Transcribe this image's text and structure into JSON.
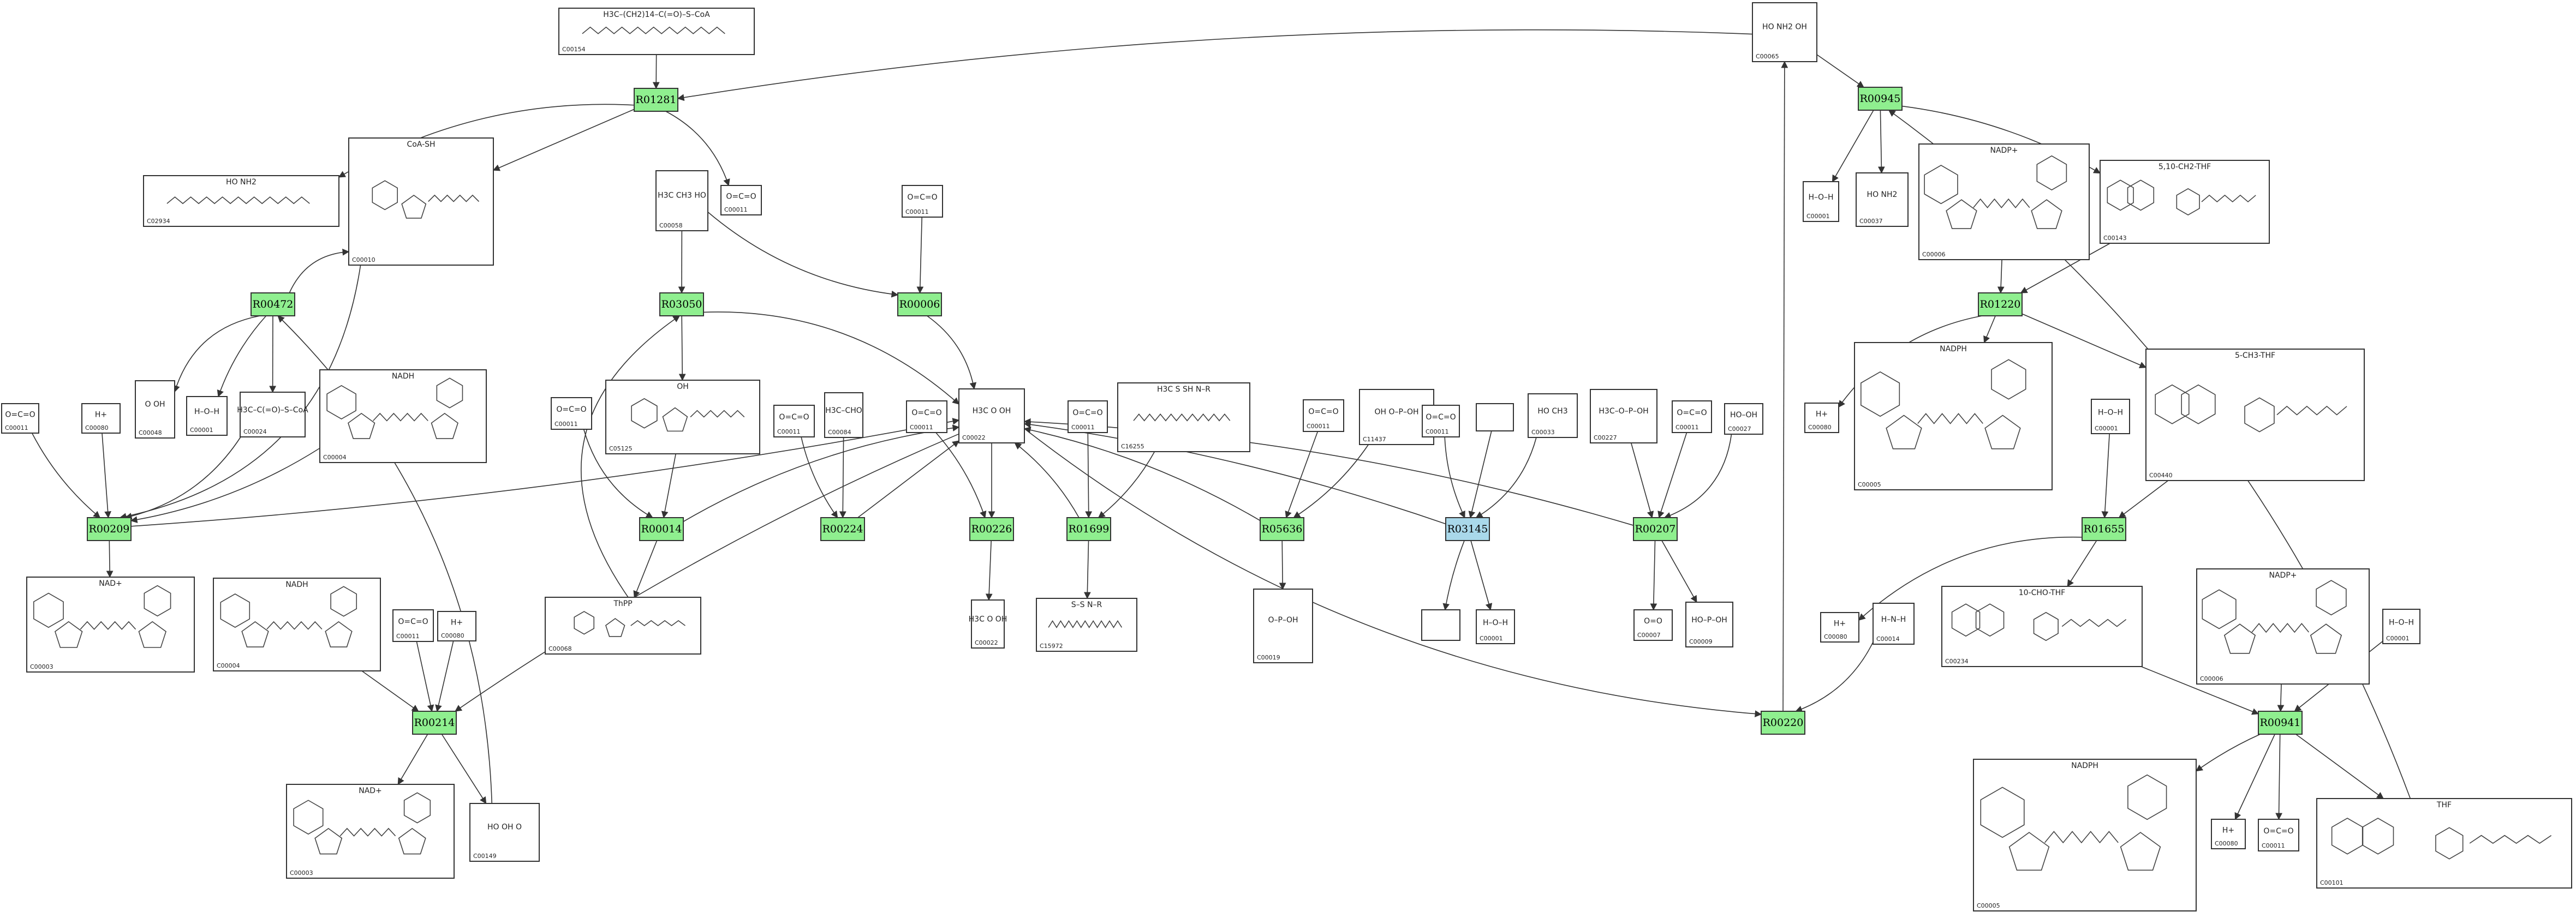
{
  "colors": {
    "reaction_fill": "#8fef8f",
    "reaction_selected_fill": "#a9d8ea",
    "edge": "#333333",
    "compound_border": "#333333"
  },
  "reactions": [
    {
      "id": "R01281",
      "label": "R01281",
      "selected": false
    },
    {
      "id": "R00945",
      "label": "R00945",
      "selected": false
    },
    {
      "id": "R00472",
      "label": "R00472",
      "selected": false
    },
    {
      "id": "R03050",
      "label": "R03050",
      "selected": false
    },
    {
      "id": "R00006",
      "label": "R00006",
      "selected": false
    },
    {
      "id": "R01220",
      "label": "R01220",
      "selected": false
    },
    {
      "id": "R00209",
      "label": "R00209",
      "selected": false
    },
    {
      "id": "R00014",
      "label": "R00014",
      "selected": false
    },
    {
      "id": "R00224",
      "label": "R00224",
      "selected": false
    },
    {
      "id": "R00226",
      "label": "R00226",
      "selected": false
    },
    {
      "id": "R01699",
      "label": "R01699",
      "selected": false
    },
    {
      "id": "R05636",
      "label": "R05636",
      "selected": false
    },
    {
      "id": "R03145",
      "label": "R03145",
      "selected": true
    },
    {
      "id": "R00207",
      "label": "R00207",
      "selected": false
    },
    {
      "id": "R01655",
      "label": "R01655",
      "selected": false
    },
    {
      "id": "R00214",
      "label": "R00214",
      "selected": false
    },
    {
      "id": "R00220",
      "label": "R00220",
      "selected": false
    },
    {
      "id": "R00941",
      "label": "R00941",
      "selected": false
    }
  ],
  "compounds": [
    {
      "key": "c00154",
      "id": "C00154",
      "formula": "H3C–(CH2)14–C(=O)–S–CoA"
    },
    {
      "key": "c00065",
      "id": "C00065",
      "formula": "HO  NH2  OH"
    },
    {
      "key": "c02934",
      "id": "C02934",
      "formula": "HO  NH2"
    },
    {
      "key": "c00010",
      "id": "C00010",
      "formula": "CoA-SH"
    },
    {
      "key": "c00011a",
      "id": "C00011",
      "formula": "O=C=O"
    },
    {
      "key": "c00058",
      "id": "C00058",
      "formula": "H3C  CH3  HO"
    },
    {
      "key": "c00011b",
      "id": "C00011",
      "formula": "O=C=O"
    },
    {
      "key": "c00001a",
      "id": "C00001",
      "formula": "H–O–H"
    },
    {
      "key": "c00037",
      "id": "C00037",
      "formula": "HO  NH2"
    },
    {
      "key": "c00006a",
      "id": "C00006",
      "formula": "NADP+"
    },
    {
      "key": "c00143",
      "id": "C00143",
      "formula": "5,10-CH2-THF"
    },
    {
      "key": "c00011c",
      "id": "C00011",
      "formula": "O=C=O"
    },
    {
      "key": "c00080a",
      "id": "C00080",
      "formula": "H+"
    },
    {
      "key": "c00048",
      "id": "C00048",
      "formula": "O  OH"
    },
    {
      "key": "c00001b",
      "id": "C00001",
      "formula": "H–O–H"
    },
    {
      "key": "c00024",
      "id": "C00024",
      "formula": "H3C–C(=O)–S–CoA"
    },
    {
      "key": "c00004a",
      "id": "C00004",
      "formula": "NADH"
    },
    {
      "key": "c00011d",
      "id": "C00011",
      "formula": "O=C=O"
    },
    {
      "key": "c05125",
      "id": "C05125",
      "formula": "OH"
    },
    {
      "key": "c00011e",
      "id": "C00011",
      "formula": "O=C=O"
    },
    {
      "key": "c00084",
      "id": "C00084",
      "formula": "H3C–CHO"
    },
    {
      "key": "c00011f",
      "id": "C00011",
      "formula": "O=C=O"
    },
    {
      "key": "c00022",
      "id": "C00022",
      "formula": "H3C  O  OH"
    },
    {
      "key": "c00011g",
      "id": "C00011",
      "formula": "O=C=O"
    },
    {
      "key": "c16255",
      "id": "C16255",
      "formula": "H3C  S  SH  N–R"
    },
    {
      "key": "c00011h",
      "id": "C00011",
      "formula": "O=C=O"
    },
    {
      "key": "c11437",
      "id": "C11437",
      "formula": "OH  O–P–OH"
    },
    {
      "key": "c00011i",
      "id": "C00011",
      "formula": "O=C=O"
    },
    {
      "key": "cblank1",
      "id": "",
      "formula": ""
    },
    {
      "key": "c00033",
      "id": "C00033",
      "formula": "HO  CH3"
    },
    {
      "key": "c00227",
      "id": "C00227",
      "formula": "H3C–O–P–OH"
    },
    {
      "key": "c00011j",
      "id": "C00011",
      "formula": "O=C=O"
    },
    {
      "key": "c00027",
      "id": "C00027",
      "formula": "HO–OH"
    },
    {
      "key": "c00080b",
      "id": "C00080",
      "formula": "H+"
    },
    {
      "key": "c00005a",
      "id": "C00005",
      "formula": "NADPH"
    },
    {
      "key": "c00440",
      "id": "C00440",
      "formula": "5-CH3-THF"
    },
    {
      "key": "c00001c",
      "id": "C00001",
      "formula": "H–O–H"
    },
    {
      "key": "c00003a",
      "id": "C00003",
      "formula": "NAD+"
    },
    {
      "key": "c00004b",
      "id": "C00004",
      "formula": "NADH"
    },
    {
      "key": "c00011k",
      "id": "C00011",
      "formula": "O=C=O"
    },
    {
      "key": "c00080c",
      "id": "C00080",
      "formula": "H+"
    },
    {
      "key": "c00068",
      "id": "C00068",
      "formula": "ThPP"
    },
    {
      "key": "c00022b",
      "id": "C00022",
      "formula": "H3C  O  OH"
    },
    {
      "key": "c15972",
      "id": "C15972",
      "formula": "S–S  N–R"
    },
    {
      "key": "c00019",
      "id": "C00019",
      "formula": "O–P–OH"
    },
    {
      "key": "cblank2",
      "id": "",
      "formula": ""
    },
    {
      "key": "c00001d",
      "id": "C00001",
      "formula": "H–O–H"
    },
    {
      "key": "c00007",
      "id": "C00007",
      "formula": "O=O"
    },
    {
      "key": "c00009",
      "id": "C00009",
      "formula": "HO–P–OH"
    },
    {
      "key": "c00080d",
      "id": "C00080",
      "formula": "H+"
    },
    {
      "key": "c00014",
      "id": "C00014",
      "formula": "H–N–H"
    },
    {
      "key": "c00234",
      "id": "C00234",
      "formula": "10-CHO-THF"
    },
    {
      "key": "c00006b",
      "id": "C00006",
      "formula": "NADP+"
    },
    {
      "key": "c00001e",
      "id": "C00001",
      "formula": "H–O–H"
    },
    {
      "key": "c00003b",
      "id": "C00003",
      "formula": "NAD+"
    },
    {
      "key": "c00149",
      "id": "C00149",
      "formula": "HO  OH  O"
    },
    {
      "key": "c00005b",
      "id": "C00005",
      "formula": "NADPH"
    },
    {
      "key": "c00080e",
      "id": "C00080",
      "formula": "H+"
    },
    {
      "key": "c00011l",
      "id": "C00011",
      "formula": "O=C=O"
    },
    {
      "key": "c00101",
      "id": "C00101",
      "formula": "THF"
    }
  ]
}
